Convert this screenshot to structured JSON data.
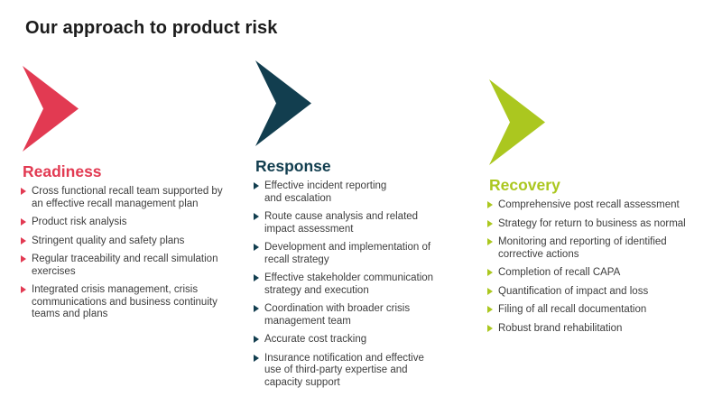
{
  "page": {
    "title": "Our approach to product risk",
    "background_color": "#ffffff",
    "title_color": "#1c1c1c",
    "body_text_color": "#3d3d3d"
  },
  "columns": [
    {
      "id": "readiness",
      "heading": "Readiness",
      "color": "#e23a52",
      "items": [
        "Cross functional recall team supported by\nan effective recall management plan",
        "Product risk analysis",
        "Stringent quality and safety plans",
        "Regular traceability and recall simulation\nexercises",
        "Integrated crisis management, crisis\ncommunications and business continuity\nteams and plans"
      ]
    },
    {
      "id": "response",
      "heading": "Response",
      "color": "#123e4f",
      "items": [
        "Effective incident reporting\nand escalation",
        "Route cause analysis and related\nimpact assessment",
        "Development and implementation of\nrecall strategy",
        "Effective stakeholder communication\nstrategy and execution",
        "Coordination with broader crisis\nmanagement team",
        "Accurate cost tracking",
        "Insurance notification and effective\nuse of third-party expertise and\ncapacity support"
      ]
    },
    {
      "id": "recovery",
      "heading": "Recovery",
      "color": "#abc71f",
      "items": [
        "Comprehensive post recall assessment",
        "Strategy for return to business as normal",
        "Monitoring and reporting of identified\ncorrective actions",
        "Completion of recall CAPA",
        "Quantification of impact and loss",
        "Filing of all recall documentation",
        "Robust brand rehabilitation"
      ]
    }
  ]
}
